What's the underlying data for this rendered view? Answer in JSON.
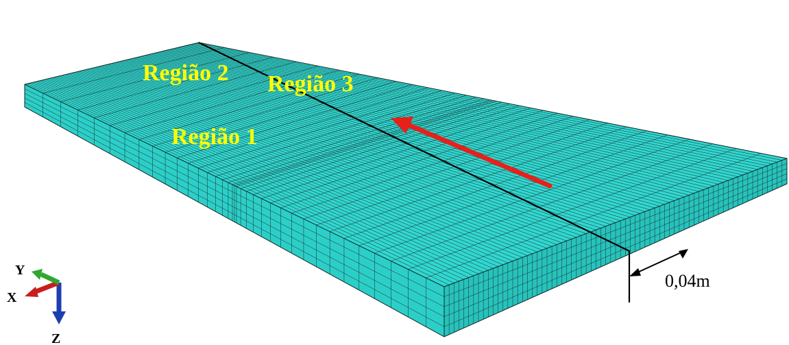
{
  "diagram": {
    "regions": [
      {
        "id": "region-1",
        "label": "Região 1"
      },
      {
        "id": "region-2",
        "label": "Região 2"
      },
      {
        "id": "region-3",
        "label": "Região 3"
      }
    ],
    "dimension_label": "0,04m",
    "triad": {
      "x_label": "X",
      "y_label": "Y",
      "z_label": "Z"
    },
    "colors": {
      "plate_top": "#31d7d0",
      "plate_front": "#2ccfc8",
      "plate_right": "#27c2bc",
      "mesh_lines": "#1a2a2a",
      "weld_line": "#000000",
      "arrow": "#e6201b",
      "region_text": "#ffff00",
      "axis_x": "#c81e1e",
      "axis_y": "#2ea82e",
      "axis_z": "#1c3fb0"
    }
  }
}
